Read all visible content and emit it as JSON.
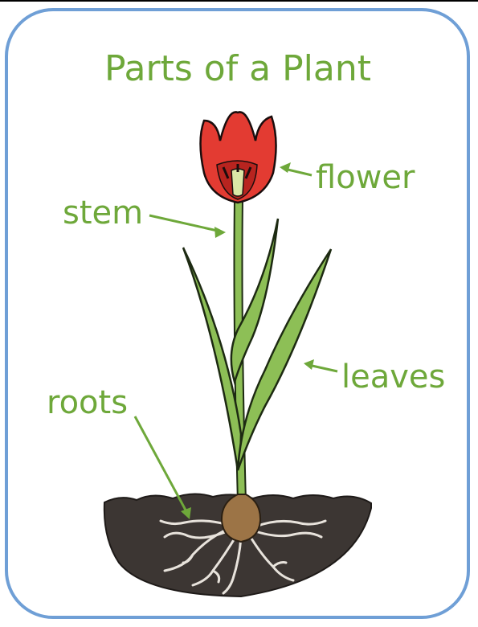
{
  "diagram": {
    "title": "Parts of a Plant",
    "labels": {
      "flower": "flower",
      "stem": "stem",
      "leaves": "leaves",
      "roots": "roots"
    }
  },
  "colors": {
    "label_green": "#6ea83a",
    "border_blue": "#6f9fd6",
    "petal_red": "#e33b32",
    "leaf_green": "#8dbf56",
    "soil": "#3c3633",
    "bulb": "#9c7446"
  }
}
